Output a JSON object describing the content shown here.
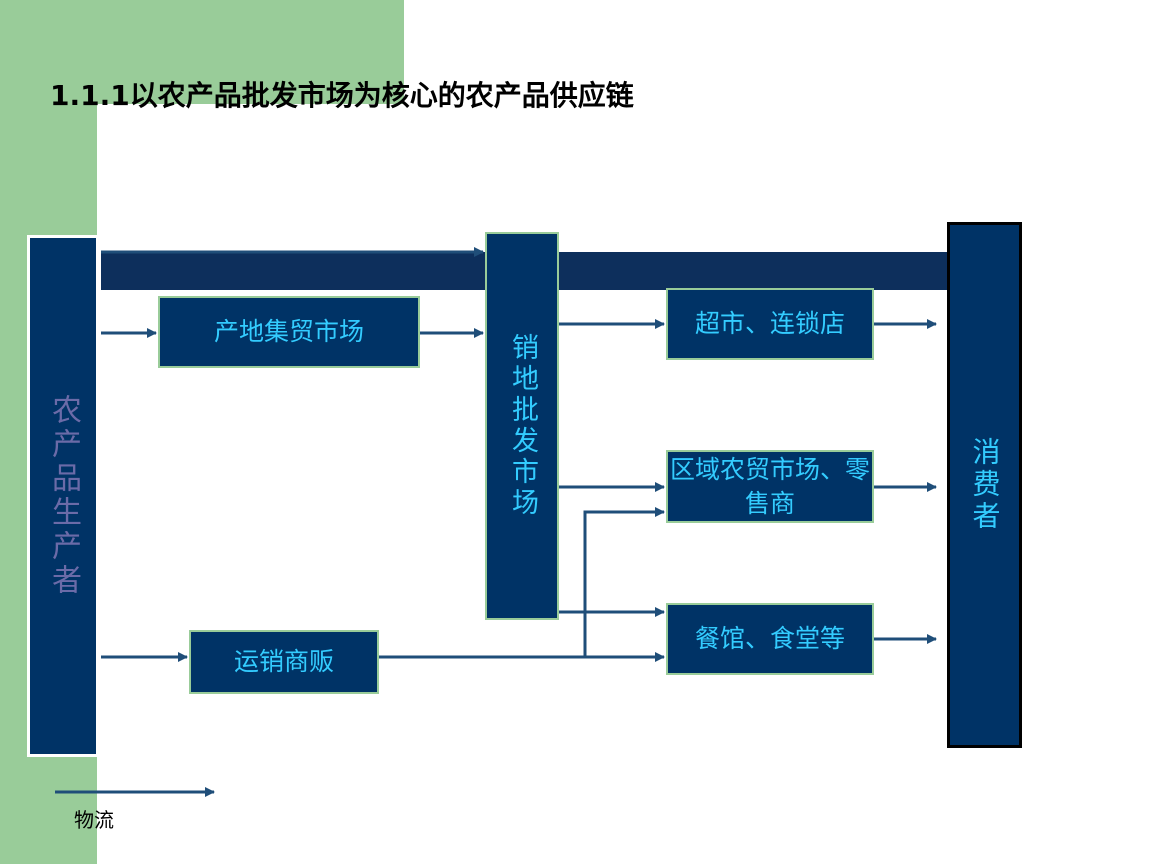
{
  "title": "1.1.1以农产品批发市场为核心的农产品供应链",
  "nodes": {
    "producer": "农产品生产者",
    "wholesale": "销地批发市场",
    "consumer": "消费者",
    "rural_market": "产地集贸市场",
    "supermarket": "超市、连锁店",
    "regional_market": "区域农贸市场、零售商",
    "restaurant": "餐馆、食堂等",
    "vendor": "运销商贩"
  },
  "legend": {
    "label": "物流"
  },
  "colors": {
    "box_fill": "#003366",
    "box_border": "#99cc99",
    "box_text": "#33ccff",
    "producer_text": "#6b6ba8",
    "arrow": "#1f4e79",
    "accent_green": "#99cc99"
  }
}
